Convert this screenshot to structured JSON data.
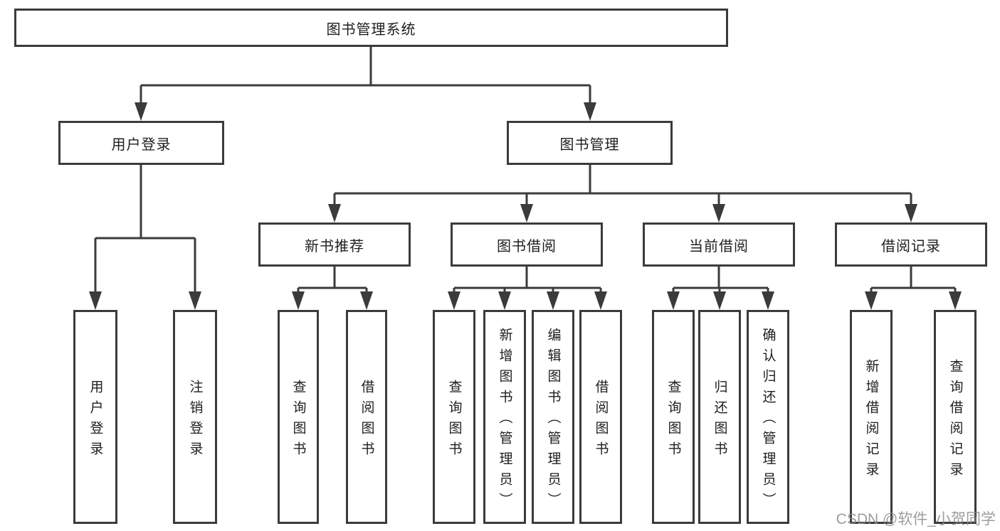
{
  "diagram": {
    "type": "tree-structure-chart",
    "colors": {
      "line": "#3b3b3b",
      "box_border": "#3b3b3b",
      "box_fill": "#ffffff",
      "text": "#1e1e1e",
      "background": "#ffffff",
      "watermark": "#8c8c8c"
    },
    "nodes": {
      "root": {
        "label": "图书管理系统"
      },
      "level2": [
        {
          "label": "用户登录"
        },
        {
          "label": "图书管理"
        }
      ],
      "level3": [
        {
          "label": "新书推荐"
        },
        {
          "label": "图书借阅"
        },
        {
          "label": "当前借阅"
        },
        {
          "label": "借阅记录"
        }
      ],
      "leaves": [
        {
          "label": "用户登录"
        },
        {
          "label": "注销登录"
        },
        {
          "label": "查询图书"
        },
        {
          "label": "借阅图书"
        },
        {
          "label": "查询图书"
        },
        {
          "label": "新增图书（管理员）"
        },
        {
          "label": "编辑图书（管理员）"
        },
        {
          "label": "借阅图书"
        },
        {
          "label": "查询图书"
        },
        {
          "label": "归还图书"
        },
        {
          "label": "确认归还（管理员）"
        },
        {
          "label": "新增借阅记录"
        },
        {
          "label": "查询借阅记录"
        }
      ]
    },
    "hierarchy": {
      "图书管理系统": {
        "用户登录": [
          "用户登录",
          "注销登录"
        ],
        "图书管理": {
          "新书推荐": [
            "查询图书",
            "借阅图书"
          ],
          "图书借阅": [
            "查询图书",
            "新增图书（管理员）",
            "编辑图书（管理员）",
            "借阅图书"
          ],
          "当前借阅": [
            "查询图书",
            "归还图书",
            "确认归还（管理员）"
          ],
          "借阅记录": [
            "新增借阅记录",
            "查询借阅记录"
          ]
        }
      }
    }
  },
  "watermark": "CSDN @软件_小贺同学"
}
